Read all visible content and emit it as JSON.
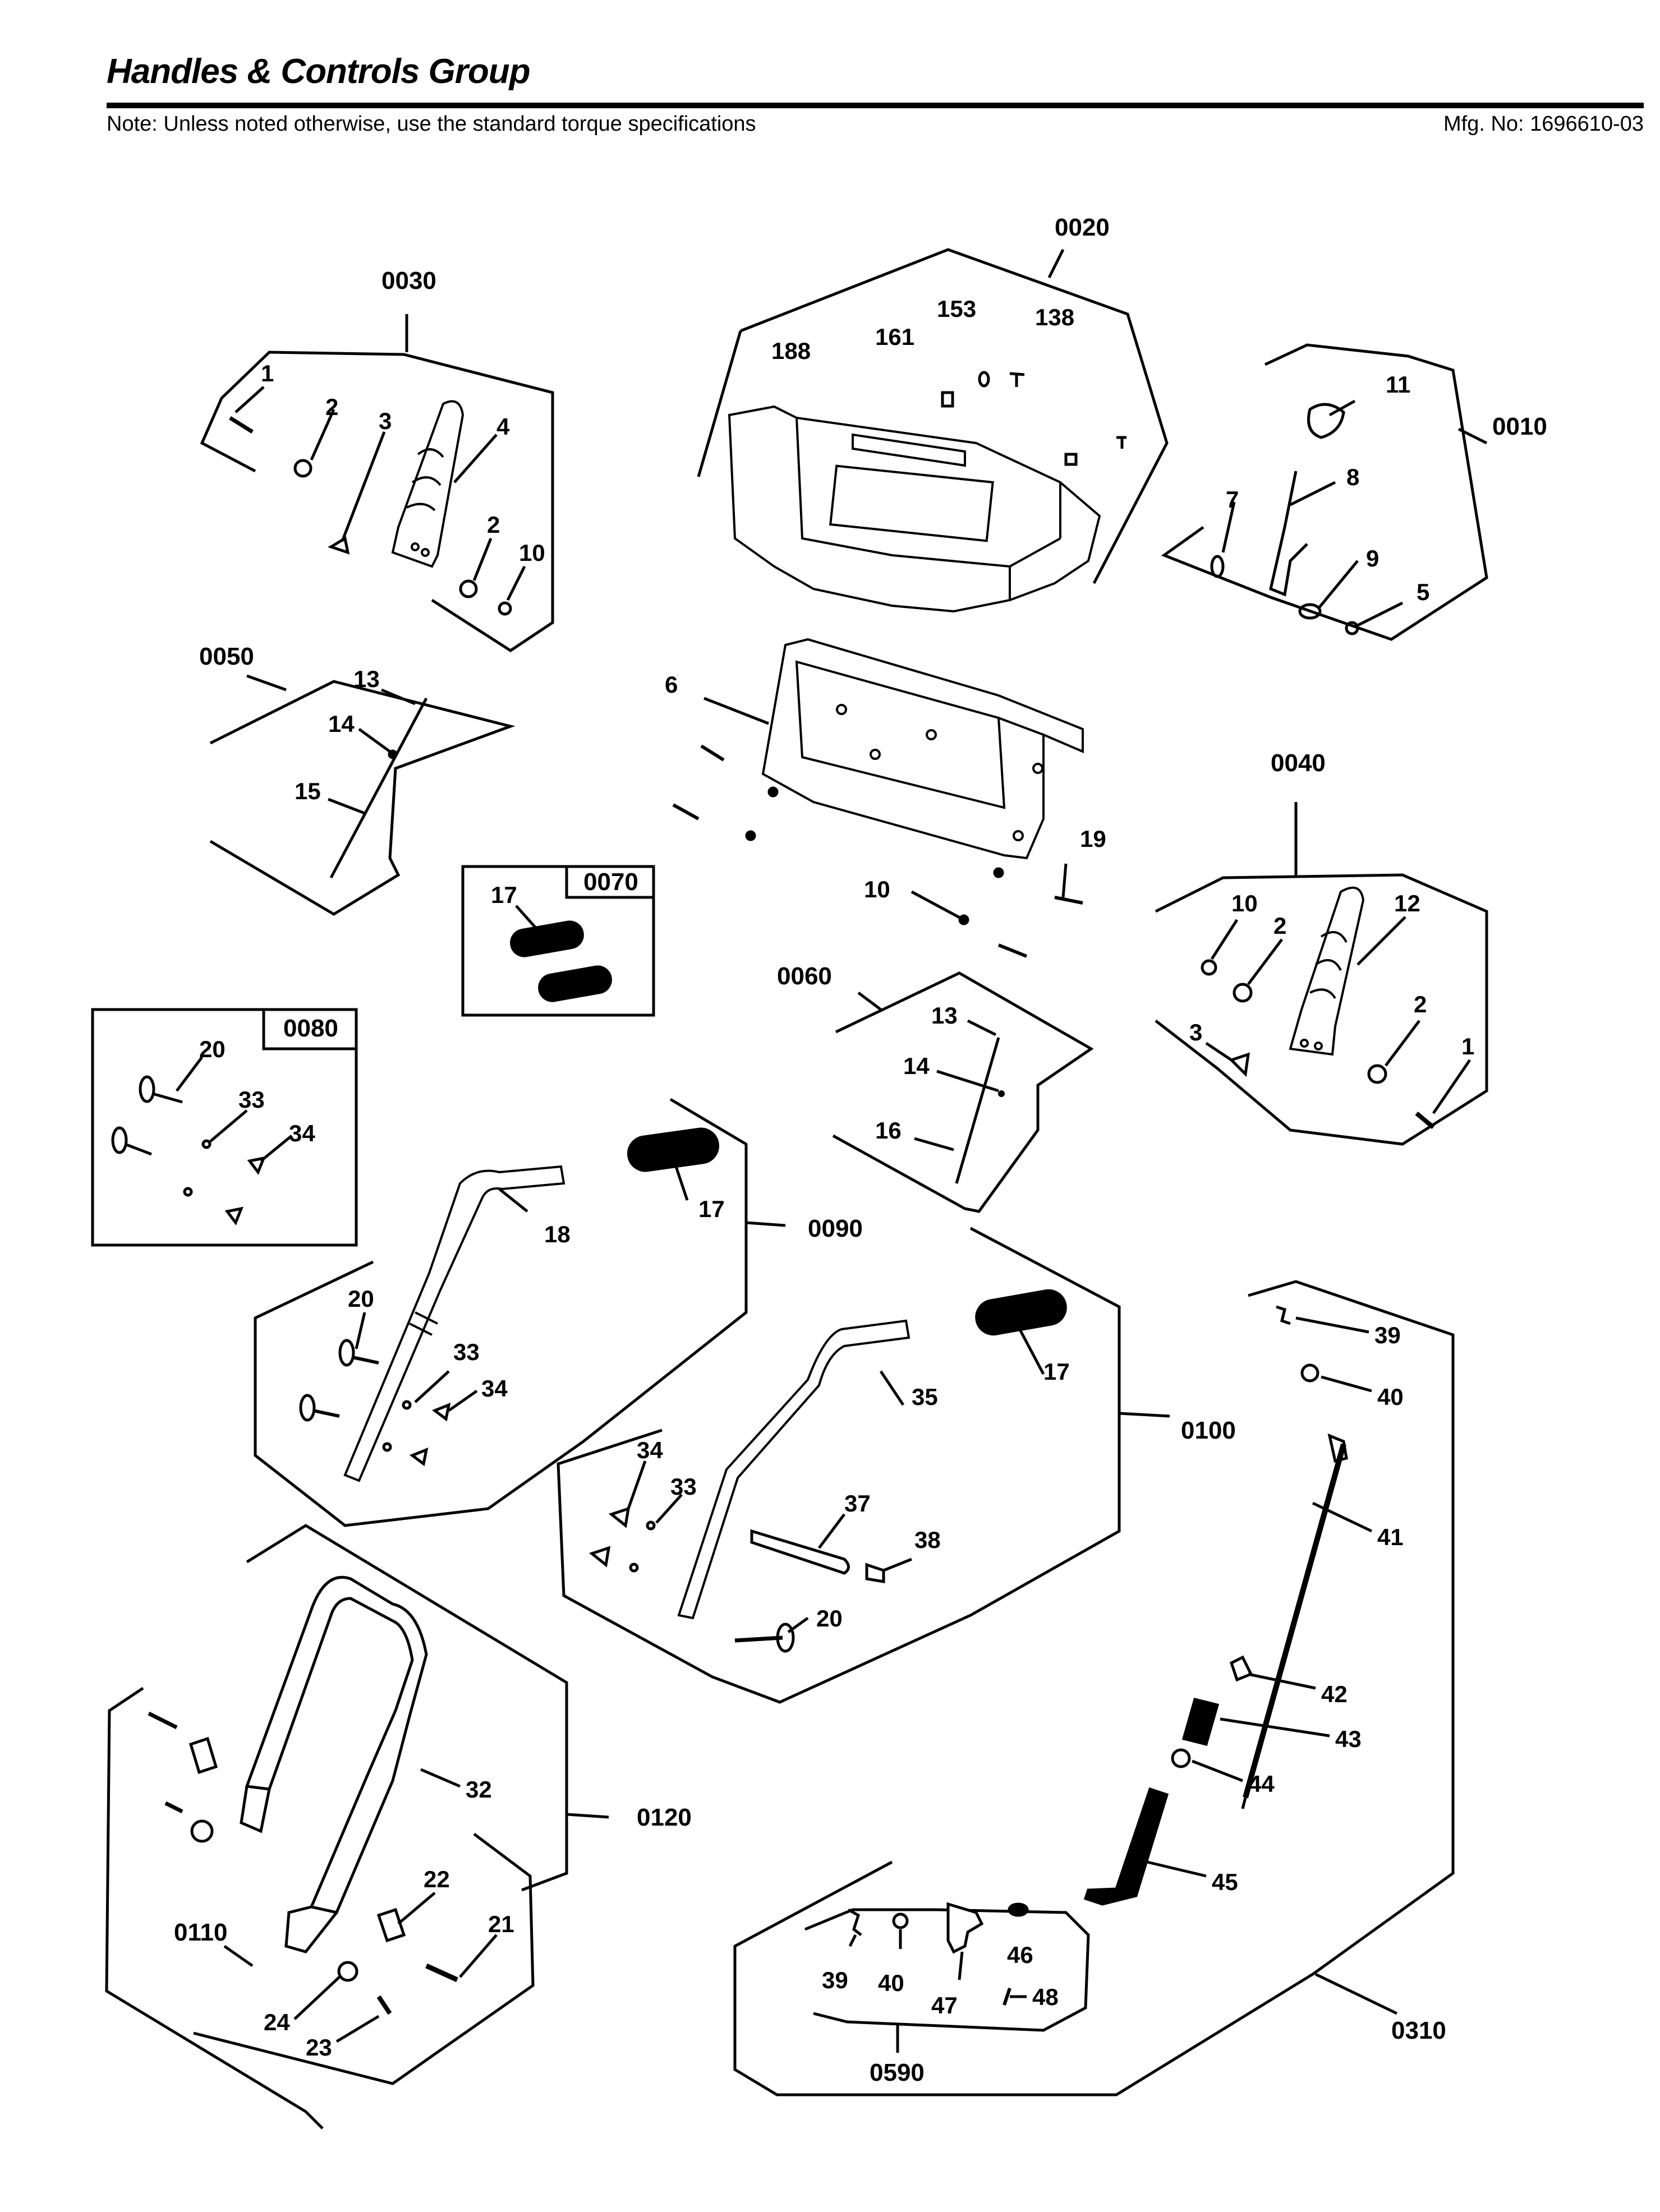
{
  "header": {
    "title": "Handles & Controls Group",
    "note": "Note: Unless noted otherwise, use the standard torque specifications",
    "mfg": "Mfg. No: 1696610-03"
  },
  "groups": {
    "g0020": "0020",
    "g0030": "0030",
    "g0010": "0010",
    "g0050": "0050",
    "g0040": "0040",
    "g0070": "0070",
    "g0080": "0080",
    "g0060": "0060",
    "g0090": "0090",
    "g0100": "0100",
    "g0120": "0120",
    "g0110": "0110",
    "g0310": "0310",
    "g0590": "0590"
  },
  "parts": {
    "p0030_1": "1",
    "p0030_2a": "2",
    "p0030_3": "3",
    "p0030_4": "4",
    "p0030_2b": "2",
    "p0030_10": "10",
    "p0020_188": "188",
    "p0020_161": "161",
    "p0020_153": "153",
    "p0020_138": "138",
    "p0010_11": "11",
    "p0010_8": "8",
    "p0010_7": "7",
    "p0010_9": "9",
    "p0010_5": "5",
    "p_6": "6",
    "p_19": "19",
    "p_10": "10",
    "p0050_13": "13",
    "p0050_14": "14",
    "p0050_15": "15",
    "p0070_17": "17",
    "p0040_10": "10",
    "p0040_2a": "2",
    "p0040_12": "12",
    "p0040_3": "3",
    "p0040_2b": "2",
    "p0040_1": "1",
    "p0060_13": "13",
    "p0060_14": "14",
    "p0060_16": "16",
    "p0080_20": "20",
    "p0080_33": "33",
    "p0080_34": "34",
    "p0090_17": "17",
    "p0090_18": "18",
    "p0090_20": "20",
    "p0090_33": "33",
    "p0090_34": "34",
    "p0100_17": "17",
    "p0100_35": "35",
    "p0100_34": "34",
    "p0100_33": "33",
    "p0100_37": "37",
    "p0100_38": "38",
    "p0100_20": "20",
    "p0310_39": "39",
    "p0310_40": "40",
    "p0310_41": "41",
    "p0310_42": "42",
    "p0310_43": "43",
    "p0310_44": "44",
    "p0310_45": "45",
    "p0120_32": "32",
    "p0110_22": "22",
    "p0110_21": "21",
    "p0110_24": "24",
    "p0110_23": "23",
    "p0590_46": "46",
    "p0590_39": "39",
    "p0590_40": "40",
    "p0590_47": "47",
    "p0590_48": "48"
  }
}
